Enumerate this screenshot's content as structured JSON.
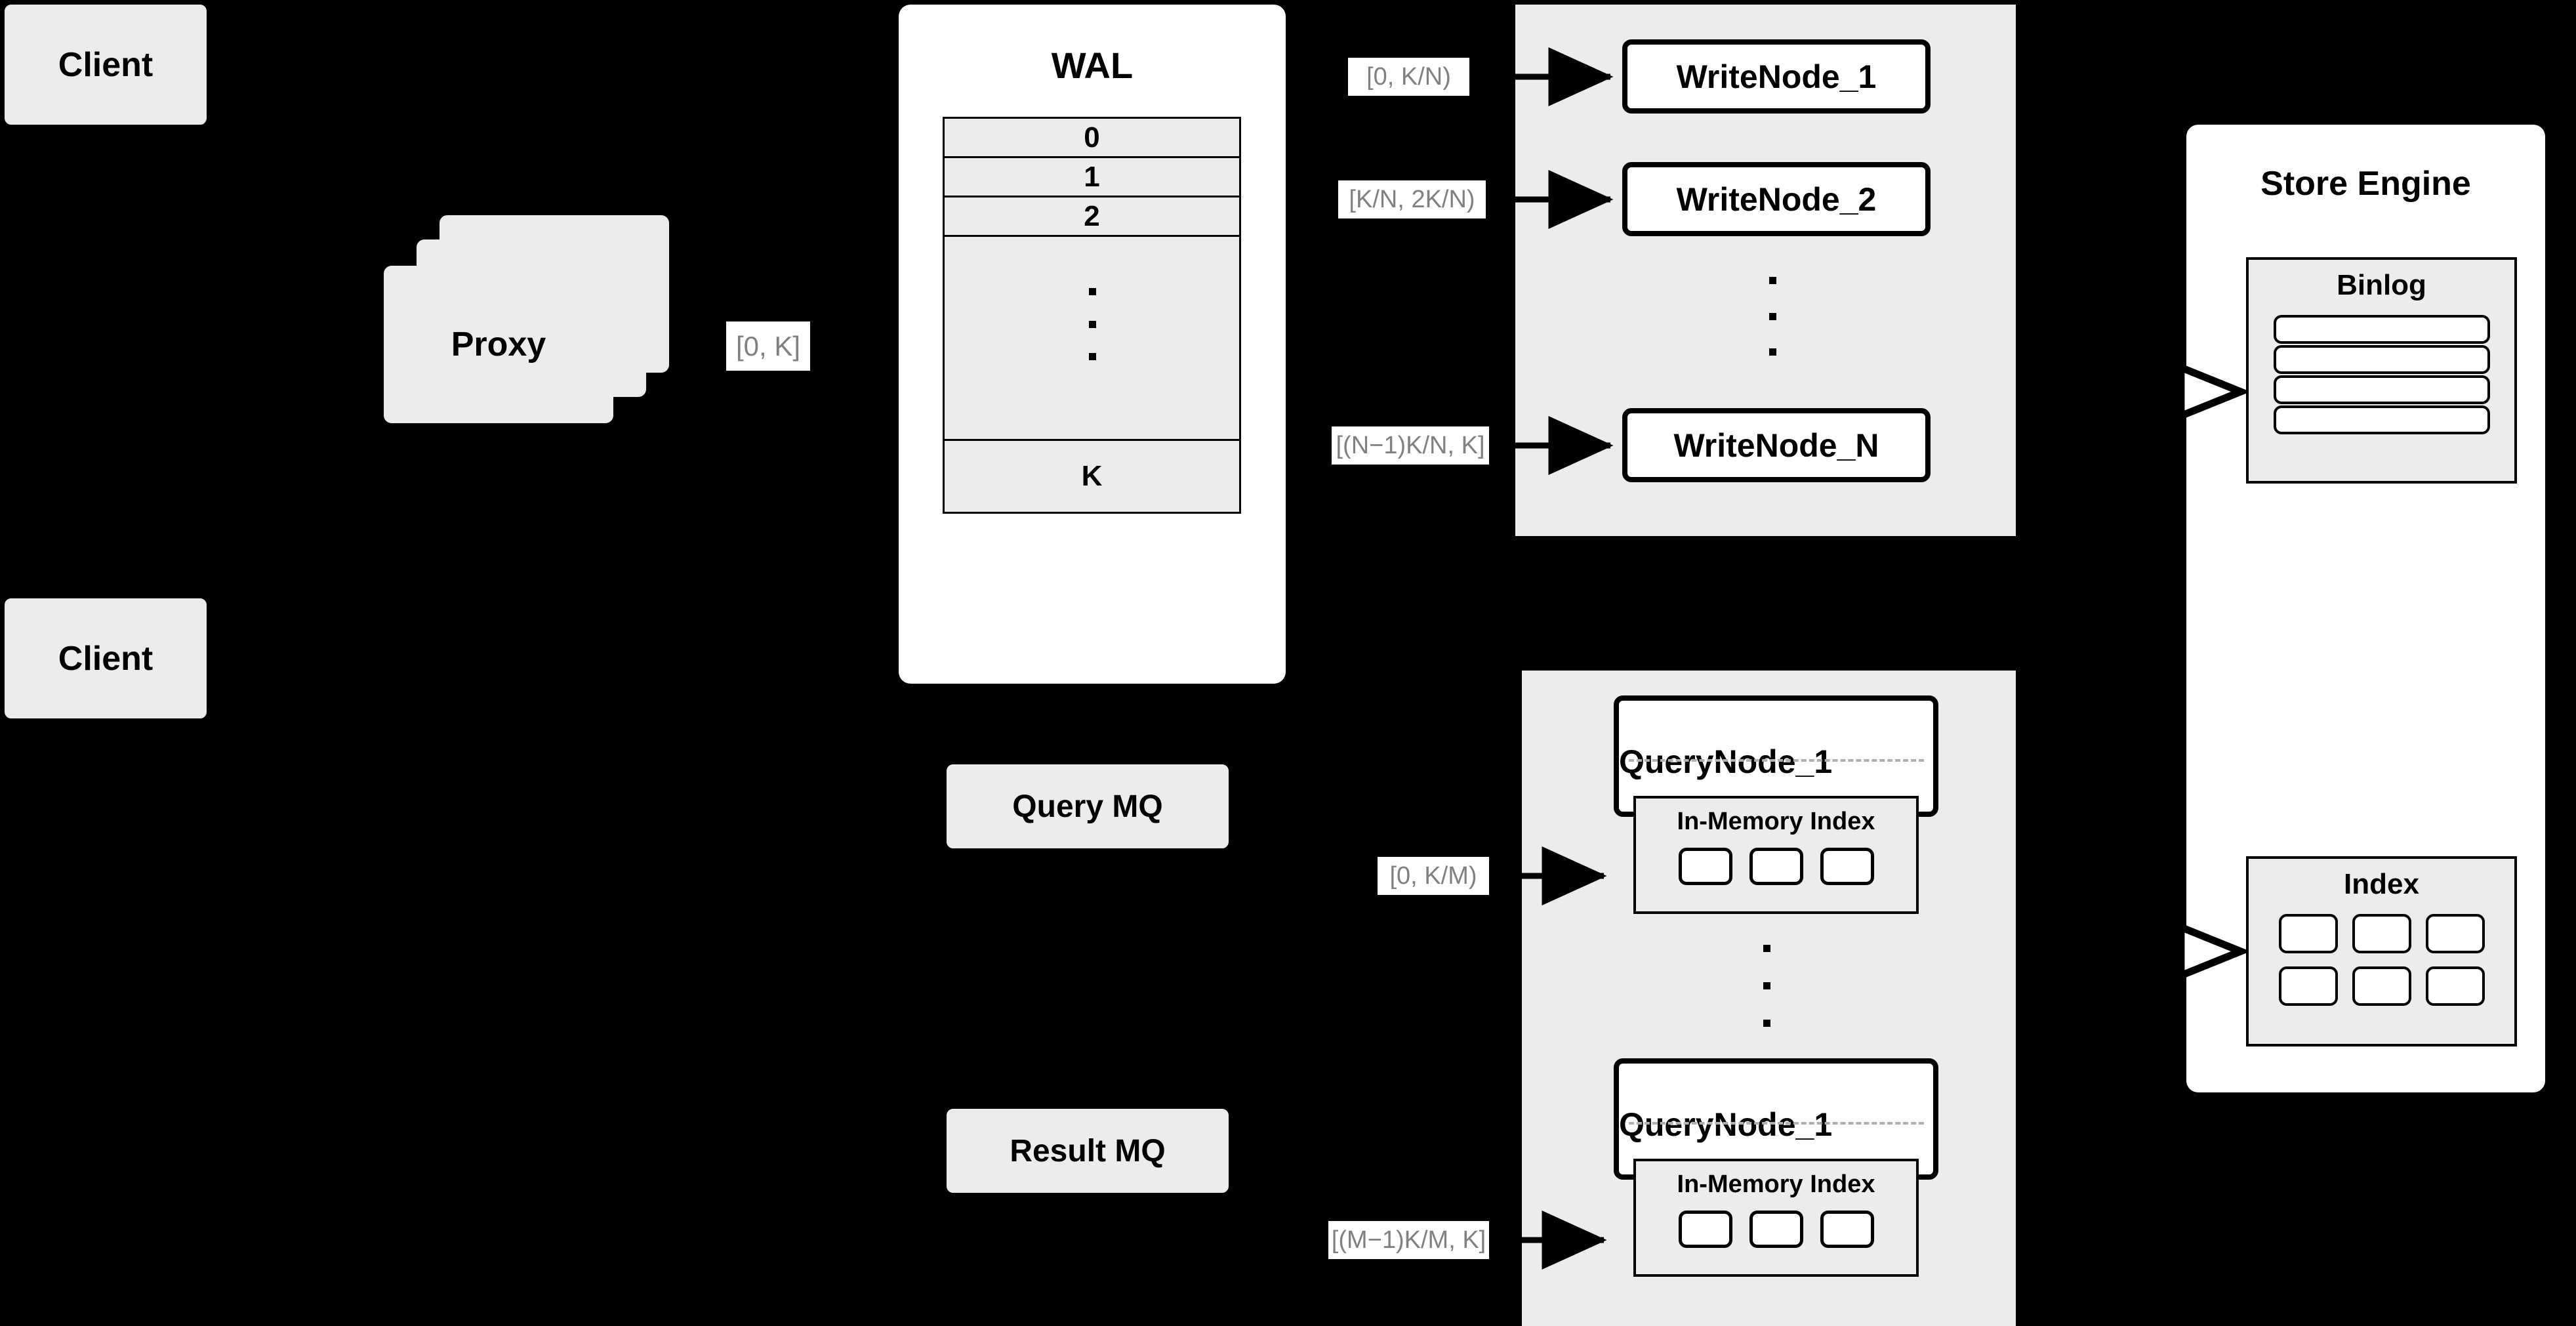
{
  "colors": {
    "background": "#000000",
    "card_fill": "#ececec",
    "panel_fill": "#ffffff",
    "node_border": "#000000",
    "label_text": "#808080",
    "dashed_separator": "#b0b0b0"
  },
  "clients": [
    {
      "label": "Client"
    },
    {
      "label": "Client"
    }
  ],
  "proxy": {
    "label": "Proxy",
    "stack_count": 3,
    "range_label": "[0, K]"
  },
  "wal": {
    "title": "WAL",
    "rows": [
      "0",
      "1",
      "2",
      "",
      "K"
    ],
    "ellipsis_row_index": 3,
    "ellipsis_glyph": "vertical-dots"
  },
  "message_queues": [
    {
      "label": "Query MQ"
    },
    {
      "label": "Result MQ"
    }
  ],
  "write_cluster": {
    "nodes": [
      {
        "label": "WriteNode_1",
        "range_label": "[0,  K/N)"
      },
      {
        "label": "WriteNode_2",
        "range_label": "[K/N, 2K/N)"
      },
      {
        "label": "WriteNode_N",
        "range_label": "[(N−1)K/N,  K]"
      }
    ],
    "ellipsis_glyph": "vertical-dots"
  },
  "query_cluster": {
    "nodes": [
      {
        "label": "QueryNode_1",
        "range_label": "[0, K/M)",
        "index": {
          "title": "In-Memory Index",
          "slot_count": 3
        }
      },
      {
        "label": "QueryNode_1",
        "range_label": "[(M−1)K/M, K]",
        "index": {
          "title": "In-Memory Index",
          "slot_count": 3
        }
      }
    ],
    "ellipsis_glyph": "vertical-dots"
  },
  "store_engine": {
    "title": "Store Engine",
    "binlog": {
      "title": "Binlog",
      "segment_count": 4
    },
    "index": {
      "title": "Index",
      "rows": 2,
      "cols": 3,
      "cell_count": 6
    },
    "inbound_arrows": 2,
    "arrow_style": "open-triangle"
  }
}
